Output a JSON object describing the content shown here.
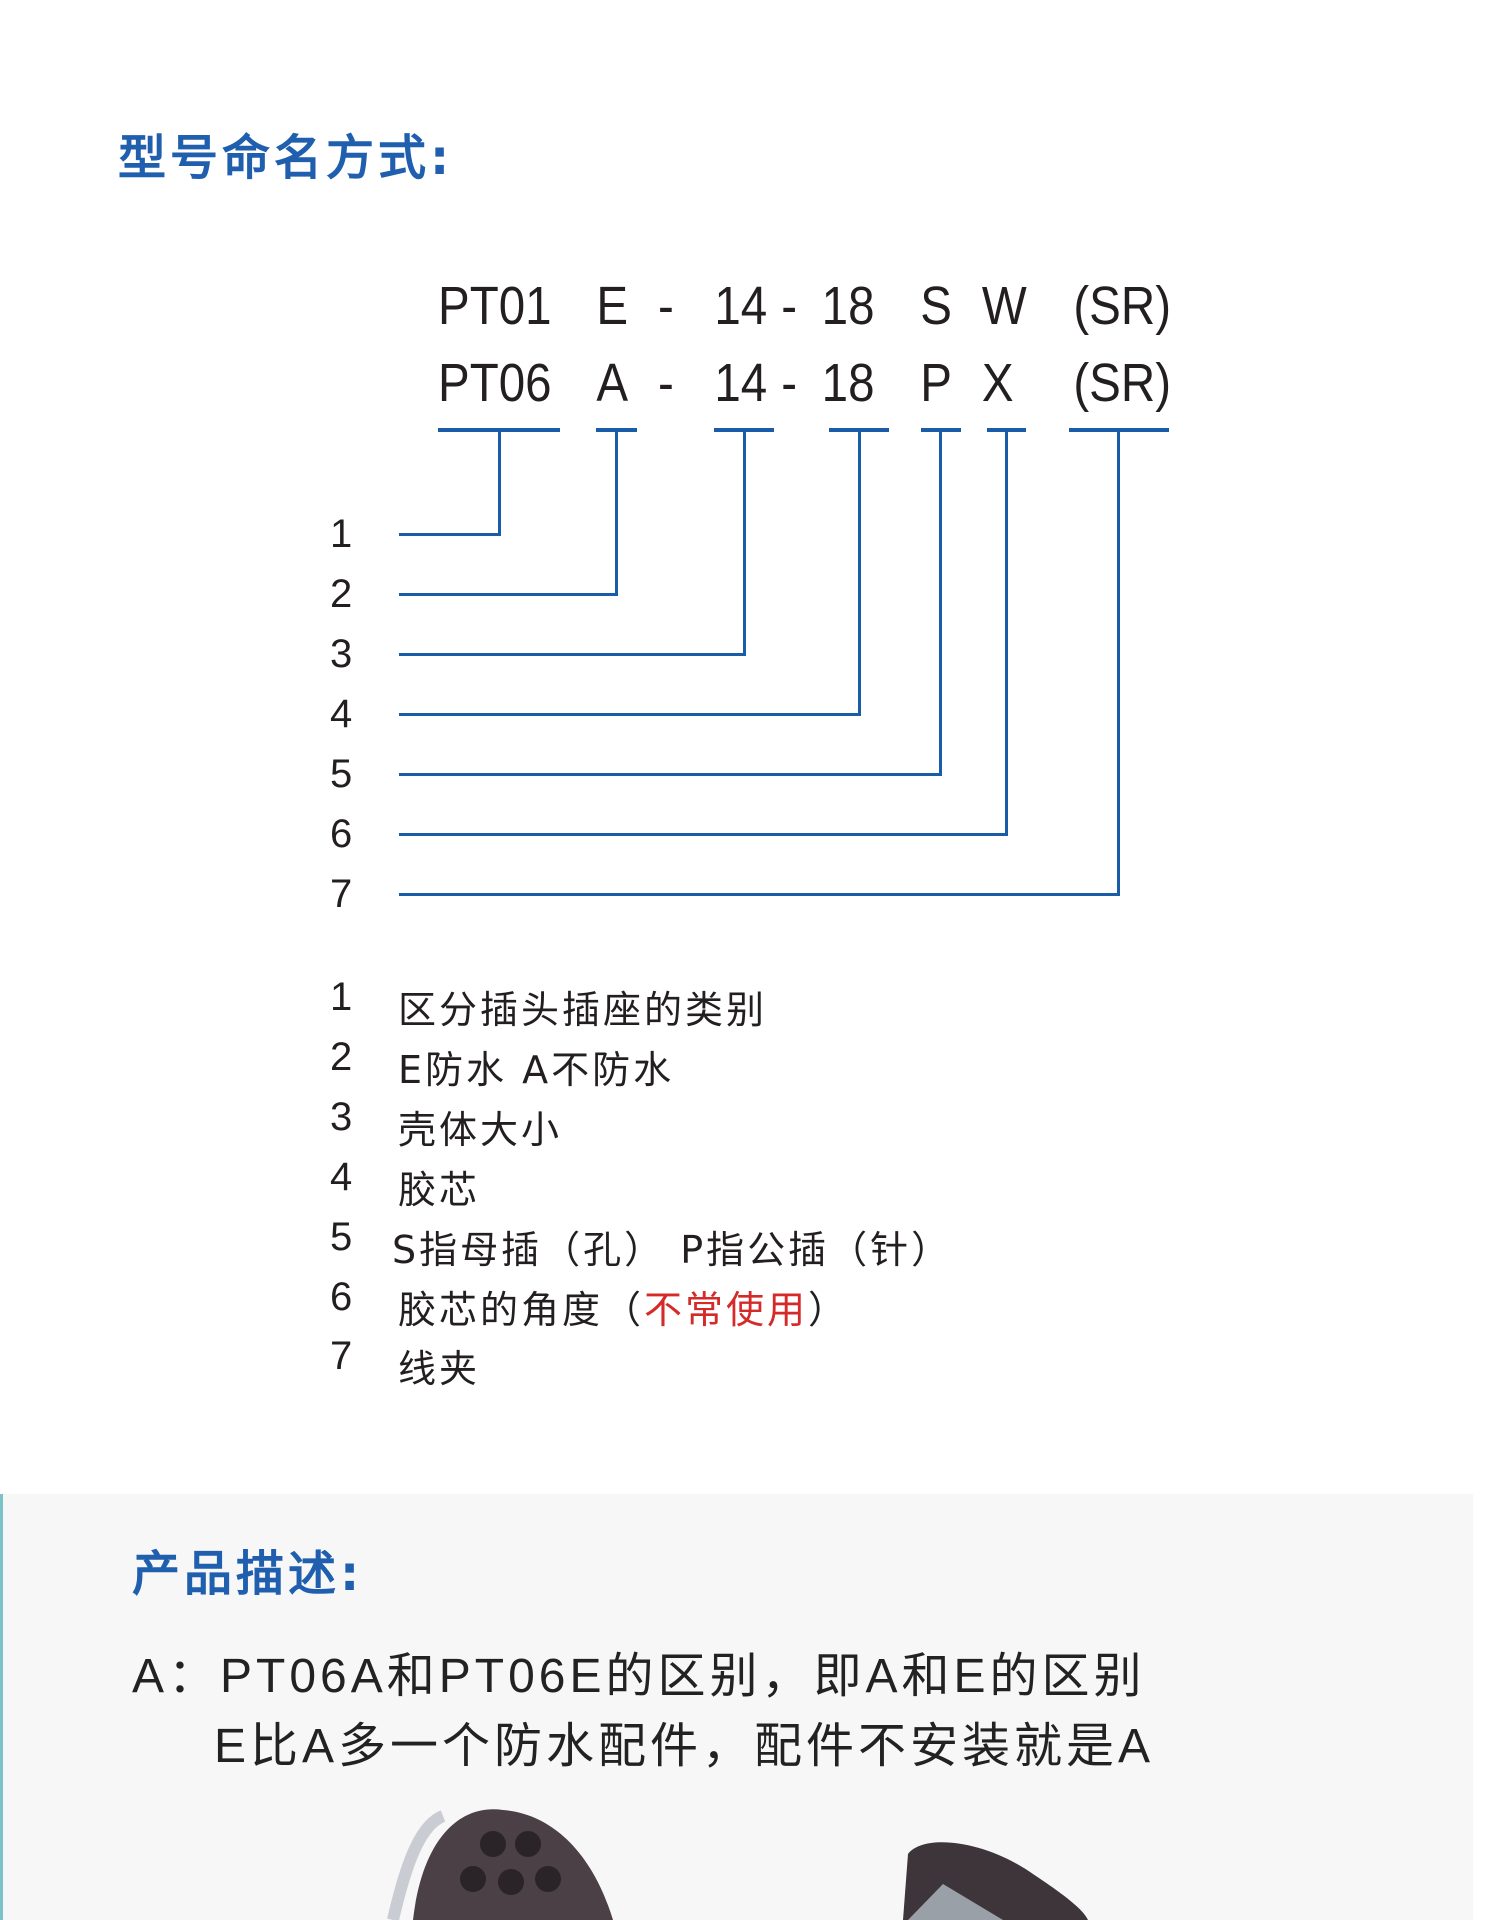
{
  "naming": {
    "title": "型号命名方式:",
    "row1": [
      "PT01",
      "E",
      "-",
      "14",
      "-",
      "18",
      "S",
      "W",
      "(SR)"
    ],
    "row2": [
      "PT06",
      "A",
      "-",
      "14",
      "-",
      "18",
      "P",
      "X",
      "(SR)"
    ],
    "line_numbers": [
      "1",
      "2",
      "3",
      "4",
      "5",
      "6",
      "7"
    ],
    "legend": [
      {
        "num": "1",
        "text": "区分插头插座的类别"
      },
      {
        "num": "2",
        "text": "E防水 A不防水"
      },
      {
        "num": "3",
        "text": "壳体大小"
      },
      {
        "num": "4",
        "text": "胶芯"
      },
      {
        "num": "5",
        "text": "S指母插（孔） P指公插（针）"
      },
      {
        "num": "6",
        "text": "胶芯的角度（",
        "note": "不常使用",
        "text_end": "）"
      },
      {
        "num": "7",
        "text": "线夹"
      }
    ],
    "line_color": "#1b5ca8",
    "note_color": "#d42a2a"
  },
  "description": {
    "title": "产品描述:",
    "line1": "A：PT06A和PT06E的区别，即A和E的区别",
    "line2": "E比A多一个防水配件，配件不安装就是A"
  }
}
